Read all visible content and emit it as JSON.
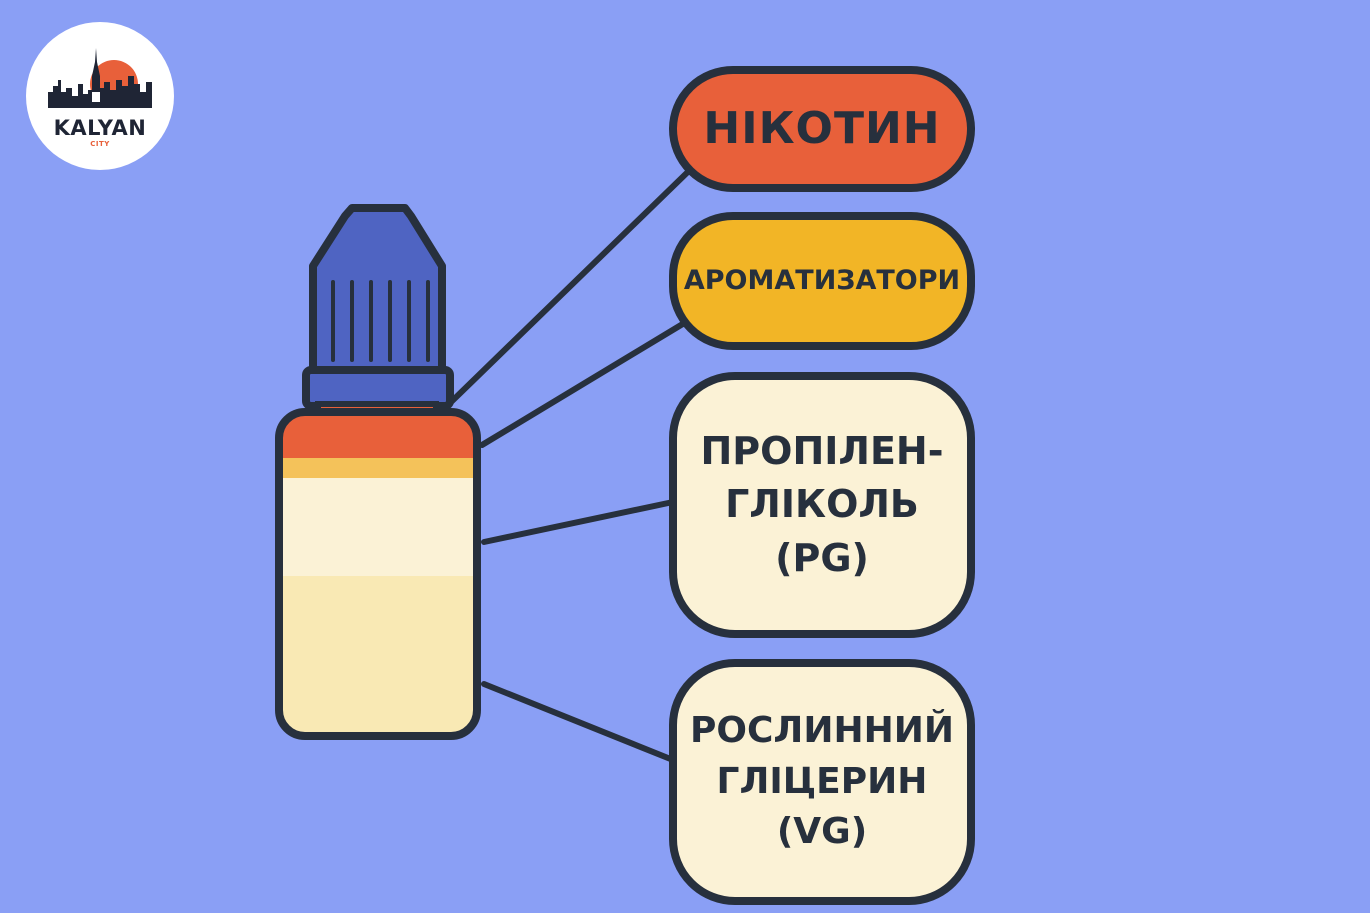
{
  "logo": {
    "name": "KALYAN",
    "subtitle": "CITY"
  },
  "components": [
    {
      "id": "nicotine",
      "label": "НІКОТИН",
      "color": "#e8603a"
    },
    {
      "id": "flavorings",
      "label": "АРОМАТИЗАТОРИ",
      "color": "#f2b526"
    },
    {
      "id": "propylene-glycol",
      "label": "ПРОПІЛЕН-\nГЛІКОЛЬ\n(PG)",
      "color": "#fbf2d6"
    },
    {
      "id": "vegetable-glycerin",
      "label": "РОСЛИННИЙ\nГЛІЦЕРИН\n(VG)",
      "color": "#fbf2d6"
    }
  ],
  "colors": {
    "background": "#8a9ff5",
    "outline": "#27303d",
    "cap": "#4f64c2",
    "bottle_nicotine": "#e8603a",
    "bottle_flavor": "#f4c25a",
    "bottle_pg": "#fbf2d6",
    "bottle_vg": "#f9e9b4"
  }
}
